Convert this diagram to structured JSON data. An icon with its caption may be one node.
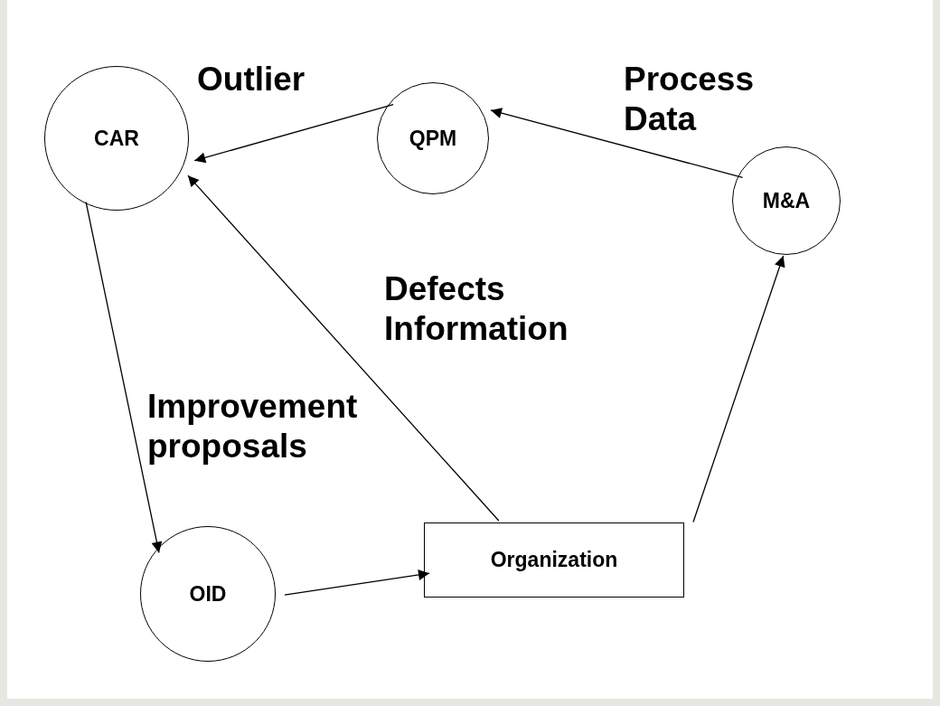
{
  "diagram": {
    "nodes": [
      {
        "text": [
          "CAR"
        ]
      },
      {
        "text": [
          "QPM"
        ]
      },
      {
        "text": [
          "M&A"
        ]
      },
      {
        "text": [
          "OID"
        ]
      },
      {
        "text": [
          "Organization"
        ]
      }
    ],
    "edges": [
      {
        "from": 1,
        "to": 0,
        "arrow": "to",
        "label": "Outlier"
      },
      {
        "from": 2,
        "to": 1,
        "arrow": "to",
        "label": "Process Data"
      },
      {
        "from": 4,
        "to": 0,
        "arrow": "to",
        "label": "Defects Information"
      },
      {
        "from": 0,
        "to": 3,
        "arrow": "to",
        "label": "Improvement proposals"
      },
      {
        "from": 3,
        "to": 4,
        "arrow": "to"
      },
      {
        "from": 4,
        "to": 2,
        "arrow": "to"
      }
    ]
  }
}
